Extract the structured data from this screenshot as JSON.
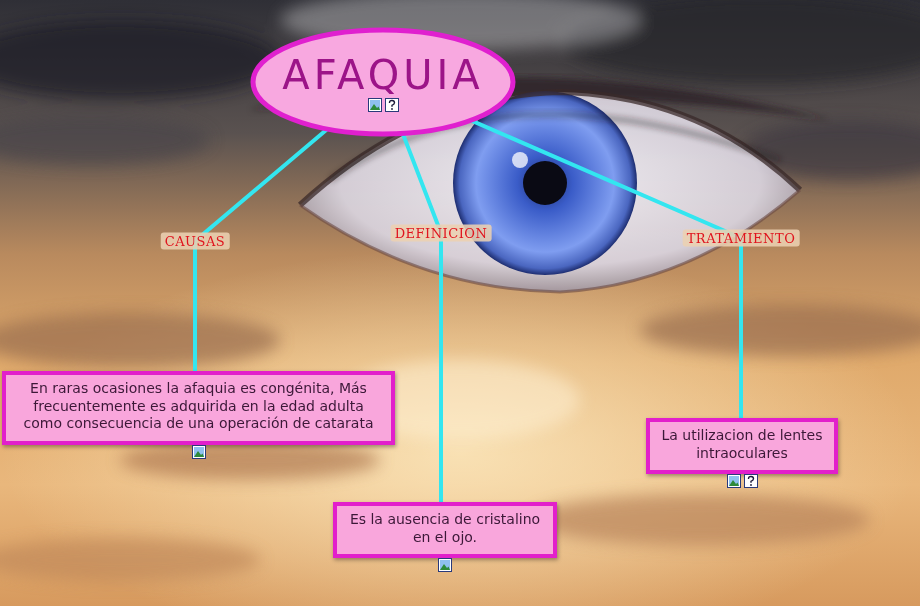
{
  "diagram": {
    "nodes": [
      {
        "text": [
          "AFAQUIA"
        ]
      },
      {
        "text": [
          "En raras ocasiones la afaquia es congénita, Más frecuentemente es adquirida en la edad adulta como consecuencia de una operación de catarata"
        ]
      },
      {
        "text": [
          "Es la ausencia de cristalino en el ojo."
        ]
      },
      {
        "text": [
          "La utilizacion de lentes intraoculares"
        ]
      }
    ],
    "edges": [
      {
        "from": 0,
        "to": 1,
        "arrow": "none",
        "label": "CAUSAS"
      },
      {
        "from": 0,
        "to": 2,
        "arrow": "none",
        "label": "DEFINICION"
      },
      {
        "from": 0,
        "to": 3,
        "arrow": "none",
        "label": "TRATAMIENTO"
      }
    ]
  }
}
